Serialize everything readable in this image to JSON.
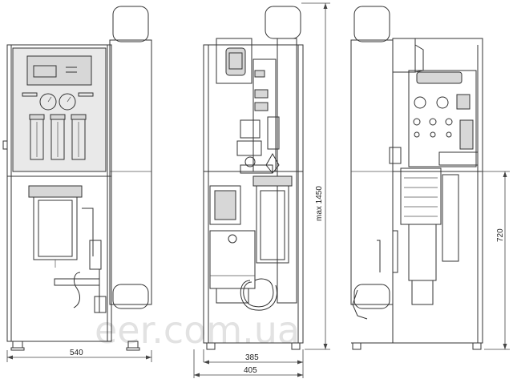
{
  "dimensions": {
    "front_width": "540",
    "side_inner_width": "385",
    "side_outer_width": "405",
    "max_height": "max 1450",
    "rear_height": "720"
  },
  "watermark": "eer.com.ua"
}
